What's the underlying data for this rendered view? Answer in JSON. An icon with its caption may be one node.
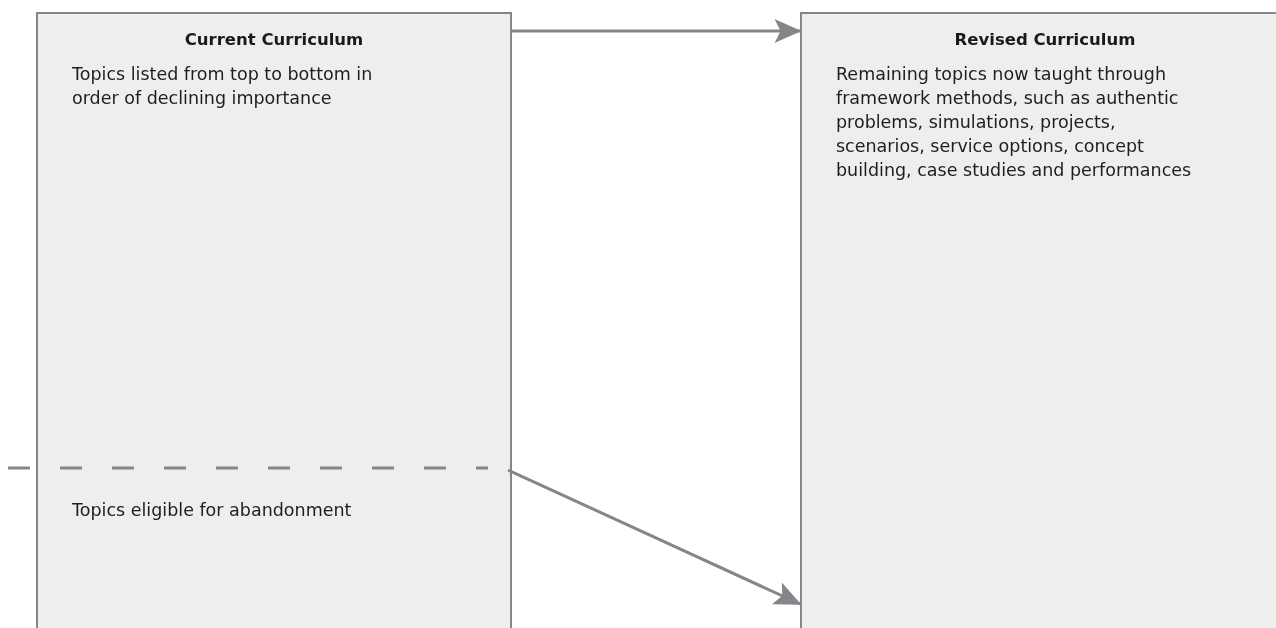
{
  "diagram": {
    "nodes": [
      {
        "text": [
          "Current Curriculum",
          "Topics listed from top to bottom in order of declining importance"
        ]
      },
      {
        "text": [
          "Revised Curriculum",
          "Remaining topics now taught through framework methods, such as authentic problems, simulations, projects, scenarios, service options, concept building, case studies and performances"
        ]
      },
      {
        "text": [
          "Topics eligible for abandonment"
        ],
        "in": 0
      }
    ],
    "edges": [
      {
        "from": 0,
        "to": 1,
        "arrow": "to"
      },
      {
        "from": 2,
        "to": 1,
        "arrow": "to"
      }
    ]
  }
}
